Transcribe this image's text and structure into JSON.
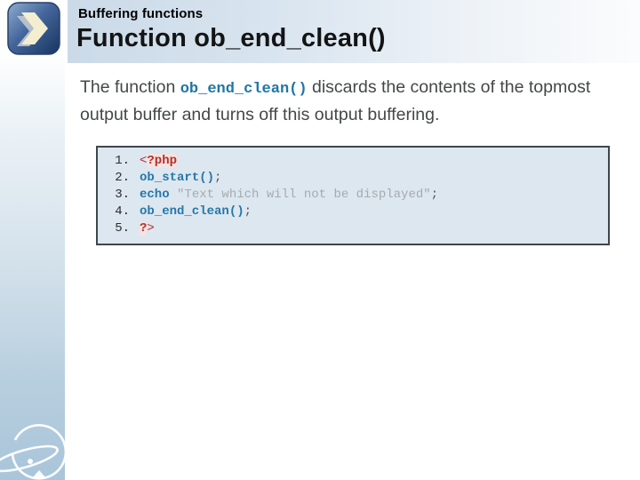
{
  "slide": {
    "kicker": "Buffering functions",
    "title": "Function ob_end_clean()",
    "body": {
      "prefix": "The function ",
      "inline_code": "ob_end_clean()",
      "suffix": " discards the contents of the topmost output buffer and turns off this output buffering."
    },
    "code_block": {
      "lines": [
        {
          "number": "1.",
          "segments": [
            {
              "text": "<",
              "style": "red"
            },
            {
              "text": "?php",
              "style": "red-bold-hl"
            }
          ]
        },
        {
          "number": "2.",
          "segments": [
            {
              "text": "ob_start()",
              "style": "blue-bold"
            },
            {
              "text": ";",
              "style": "plain"
            }
          ]
        },
        {
          "number": "3.",
          "segments": [
            {
              "text": "echo",
              "style": "blue-bold"
            },
            {
              "text": " ",
              "style": "plain"
            },
            {
              "text": "\"Text which will not be displayed\"",
              "style": "string"
            },
            {
              "text": ";",
              "style": "plain"
            }
          ]
        },
        {
          "number": "4.",
          "segments": [
            {
              "text": "ob_end_clean()",
              "style": "blue-bold"
            },
            {
              "text": ";",
              "style": "plain"
            }
          ]
        },
        {
          "number": "5.",
          "segments": [
            {
              "text": "?",
              "style": "red-bold-hl"
            },
            {
              "text": ">",
              "style": "red"
            }
          ]
        }
      ]
    },
    "icons": {
      "header_icon": "next-chevron-icon",
      "footer_icon": "orbit-logo-icon"
    },
    "colors": {
      "header_band_left": "#cbdae8",
      "left_strip_bottom": "#a9c5da",
      "code_background": "#dce7f0",
      "code_border": "#3d464c",
      "keyword_blue": "#2877a8",
      "tag_red": "#b5302b",
      "string_gray": "#a6abae",
      "inline_code_blue": "#2176a3",
      "icon_navy": "#1d3f70",
      "icon_cream": "#f3eecf"
    }
  }
}
